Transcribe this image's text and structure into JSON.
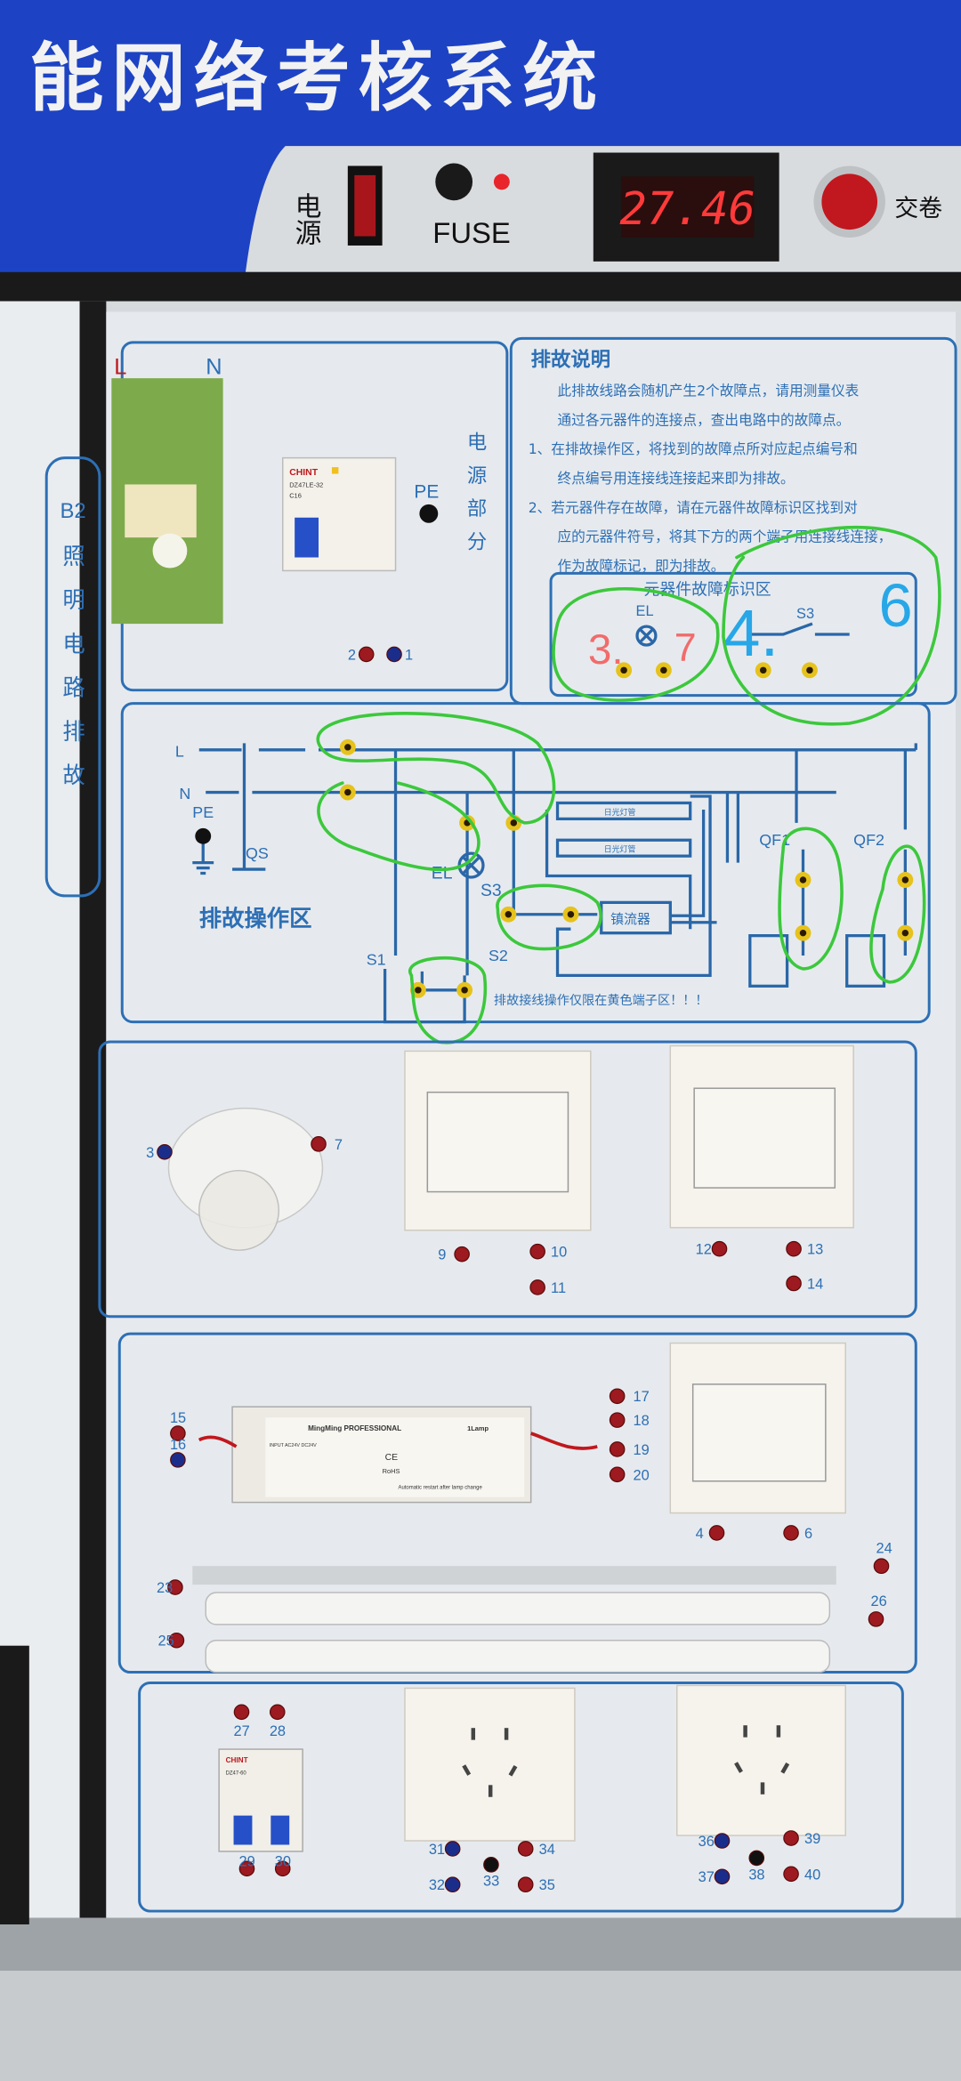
{
  "header": {
    "title": "能网络考核系统",
    "power_label": "电源",
    "fuse_label": "FUSE",
    "timer": "27.46",
    "submit_label": "交卷"
  },
  "side_label": {
    "code": "B2",
    "text": "照明电路排故"
  },
  "power_section": {
    "L": "L",
    "N": "N",
    "PE": "PE",
    "label": "电源部分",
    "rcd_brand": "CHINT",
    "rcd_model": "DZ47LE-32",
    "rcd_rating": "C16"
  },
  "instructions": {
    "title": "排故说明",
    "lines": [
      "此排故线路会随机产生2个故障点，请用测量仪表",
      "通过各元器件的连接点，查出电路中的故障点。",
      "1、在排故操作区，将找到的故障点所对应起点编号和",
      "终点编号用连接线连接起来即为排故。",
      "2、若元器件存在故障，请在元器件故障标识区找到对",
      "应的元器件符号，将其下方的两个端子用连接线连接，",
      "作为故障标记，即为排故。"
    ]
  },
  "fault_id": {
    "title": "元器件故障标识区",
    "el": "EL",
    "s3": "S3",
    "annotations": [
      "3.",
      "7",
      "4.",
      "6"
    ]
  },
  "operation": {
    "title": "排故操作区",
    "warning": "排故接线操作仅限在黄色端子区！！！",
    "L": "L",
    "N": "N",
    "PE": "PE",
    "QS": "QS",
    "EL": "EL",
    "S1": "S1",
    "S2": "S2",
    "S3": "S3",
    "QF1": "QF1",
    "QF2": "QF2",
    "tube1": "日光灯管",
    "tube2": "日光灯管",
    "ballast": "镇流器"
  },
  "ballast_label": {
    "brand": "MingMing PROFESSIONAL",
    "input": "INPUT AC24V DC24V",
    "ce": "CE",
    "rohs": "RoHS",
    "note": "Automatic restart after lamp change",
    "lamp": "1Lamp"
  },
  "breakers": {
    "brand": "CHINT",
    "model": "DZ47-60"
  },
  "terminals": [
    "1",
    "2",
    "3",
    "4",
    "6",
    "7",
    "9",
    "10",
    "11",
    "12",
    "13",
    "14",
    "15",
    "16",
    "17",
    "18",
    "19",
    "20",
    "23",
    "24",
    "25",
    "26",
    "27",
    "28",
    "29",
    "30",
    "31",
    "32",
    "33",
    "34",
    "35",
    "36",
    "37",
    "38",
    "39",
    "40"
  ],
  "colors": {
    "header_blue": "#1d43c4",
    "panel": "#e6eaee",
    "line_blue": "#2a67a8",
    "marker_green": "#3cc83c",
    "terminal_yellow": "#e6c21c",
    "terminal_red": "#a0141c"
  }
}
